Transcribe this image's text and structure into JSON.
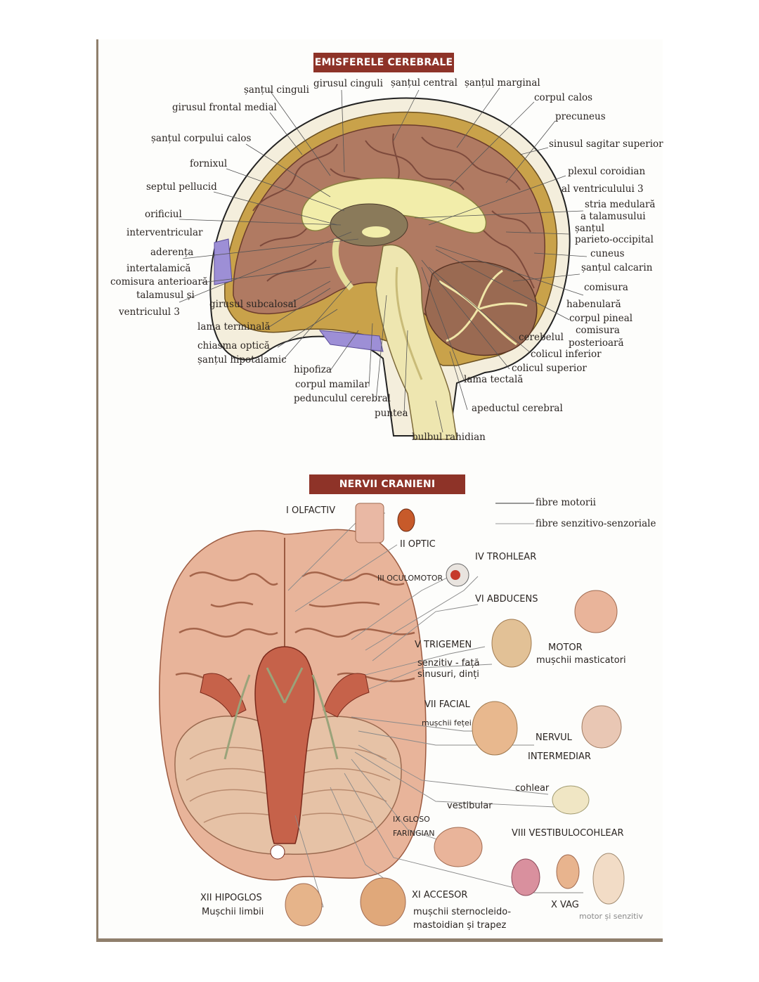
{
  "top": {
    "title": "EMISFERELE CEREBRALE",
    "labels": {
      "santul_cinguli": "șanțul cinguli",
      "girusul_cinguli": "girusul cinguli",
      "santul_central": "șanțul central",
      "santul_marginal": "șanțul marginal",
      "girusul_frontal_medial": "girusul frontal medial",
      "corpul_calos": "corpul calos",
      "precuneus": "precuneus",
      "santul_corpului_calos": "șanțul corpului calos",
      "sinusul_sagitar_superior": "sinusul sagitar superior",
      "fornixul": "fornixul",
      "septul_pellucid": "septul pellucid",
      "plexul_coroidian": "plexul coroidian",
      "al_ventriculului_3": "al ventriculului 3",
      "stria_medulara": "stria medulară",
      "a_talamusului": "a talamusului",
      "orificiul": "orificiul",
      "interventricular": "interventricular",
      "santul": "șanțul",
      "parieto_occipital": "parieto-occipital",
      "aderenta": "aderența",
      "intertalamica": "intertalamică",
      "cuneus": "cuneus",
      "comisura_anterioara": "comisura anterioară",
      "santul_calcarin": "șanțul calcarin",
      "talamusul_si": "talamusul și",
      "ventriculul_3": "ventriculul 3",
      "comisura": "comisura",
      "girusul_subcalosal": "girusul subcalosal",
      "habenulara": "habenulară",
      "corpul_pineal": "corpul pineal",
      "lama_terminala": "lama terminală",
      "comisura_2": "comisura",
      "cerebelul": "cerebelul",
      "posterioara": "posterioară",
      "chiasma_optica": "chiasma optică",
      "santul_hipotalamic": "șanțul hipotalamic",
      "colicul_inferior": "colicul inferior",
      "colicul_superior": "colicul superior",
      "hipofiza": "hipofiza",
      "lama_tectala": "lama tectală",
      "corpul_mamilar": "corpul mamilar",
      "pedunculul_cerebral": "pedunculul cerebral",
      "apeductul_cerebral": "apeductul cerebral",
      "puntea": "puntea",
      "bulbul_rahidian": "bulbul rahidian"
    }
  },
  "bottom": {
    "title": "NERVII CRANIENI",
    "legend": {
      "motor": "fibre motorii",
      "senzitiv": "fibre senzitivo-senzoriale"
    },
    "labels": {
      "i_olfactiv": "I OLFACTIV",
      "ii_optic": "II OPTIC",
      "iv_trohlear": "IV TROHLEAR",
      "iii_oculomotor": "III OCULOMOTOR",
      "vi_abducens": "VI ABDUCENS",
      "v_trigemen": "V TRIGEMEN",
      "senzitiv_fata": "senzitiv - față",
      "sinusuri_dinti": "sinusuri, dinți",
      "motor": "MOTOR",
      "muschii_masticatori": "mușchii masticatori",
      "vii_facial": "VII FACIAL",
      "muschii_fetei": "mușchii feței",
      "nervul": "NERVUL",
      "intermediar": "INTERMEDIAR",
      "cohlear": "cohlear",
      "vestibular": "vestibular",
      "ix_gloso": "IX GLOSO",
      "faringian": "FARINGIAN",
      "viii_vestibulocohlear": "VIII VESTIBULOCOHLEAR",
      "x_vag": "X VAG",
      "motor_si_senzitiv": "motor și senzitiv",
      "xii_hipoglos": "XII HIPOGLOS",
      "muschii_limbii": "Mușchii limbii",
      "xi_accesor": "XI ACCESOR",
      "muschii_sternocleido": "mușchii sternocleido-",
      "mastoidian_si_trapez": "mastoidian  și trapez"
    }
  },
  "colors": {
    "banner": "#8e3328",
    "brain": "#b07a62",
    "cortex_fold": "#7d4a3c",
    "ventricle": "#9d8fd6",
    "nerve_line": "#8a8a8a"
  }
}
